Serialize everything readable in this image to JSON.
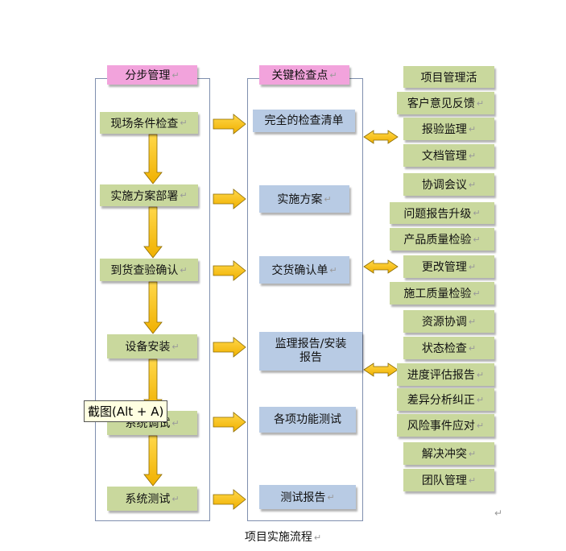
{
  "headers": {
    "left": "分步管理",
    "middle": "关键检查点"
  },
  "steps": [
    "现场条件检查",
    "实施方案部署",
    "到货查验确认",
    "设备安装",
    "系统调试",
    "系统测试"
  ],
  "checkpoints": [
    "完全的检查清单",
    "实施方案",
    "交货确认单",
    "监理报告/安装报告",
    "各项功能测试",
    "测试报告"
  ],
  "activities": [
    "项目管理活",
    "客户意见反馈",
    "报验监理",
    "文档管理",
    "协调会议",
    "问题报告升级",
    "产品质量检验",
    "更改管理",
    "施工质量检验",
    "资源协调",
    "状态检查",
    "进度评估报告",
    "差异分析纠正",
    "风险事件应对",
    "解决冲突",
    "团队管理"
  ],
  "tooltip": "截图(Alt + A)",
  "caption": "项目实施流程",
  "colors": {
    "header_pink": "#f2a3dc",
    "step_green": "#c9d89d",
    "checkpoint_blue": "#b8cbe4",
    "arrow_gold": "#f9c21a",
    "frame_border": "#7f8fae"
  }
}
